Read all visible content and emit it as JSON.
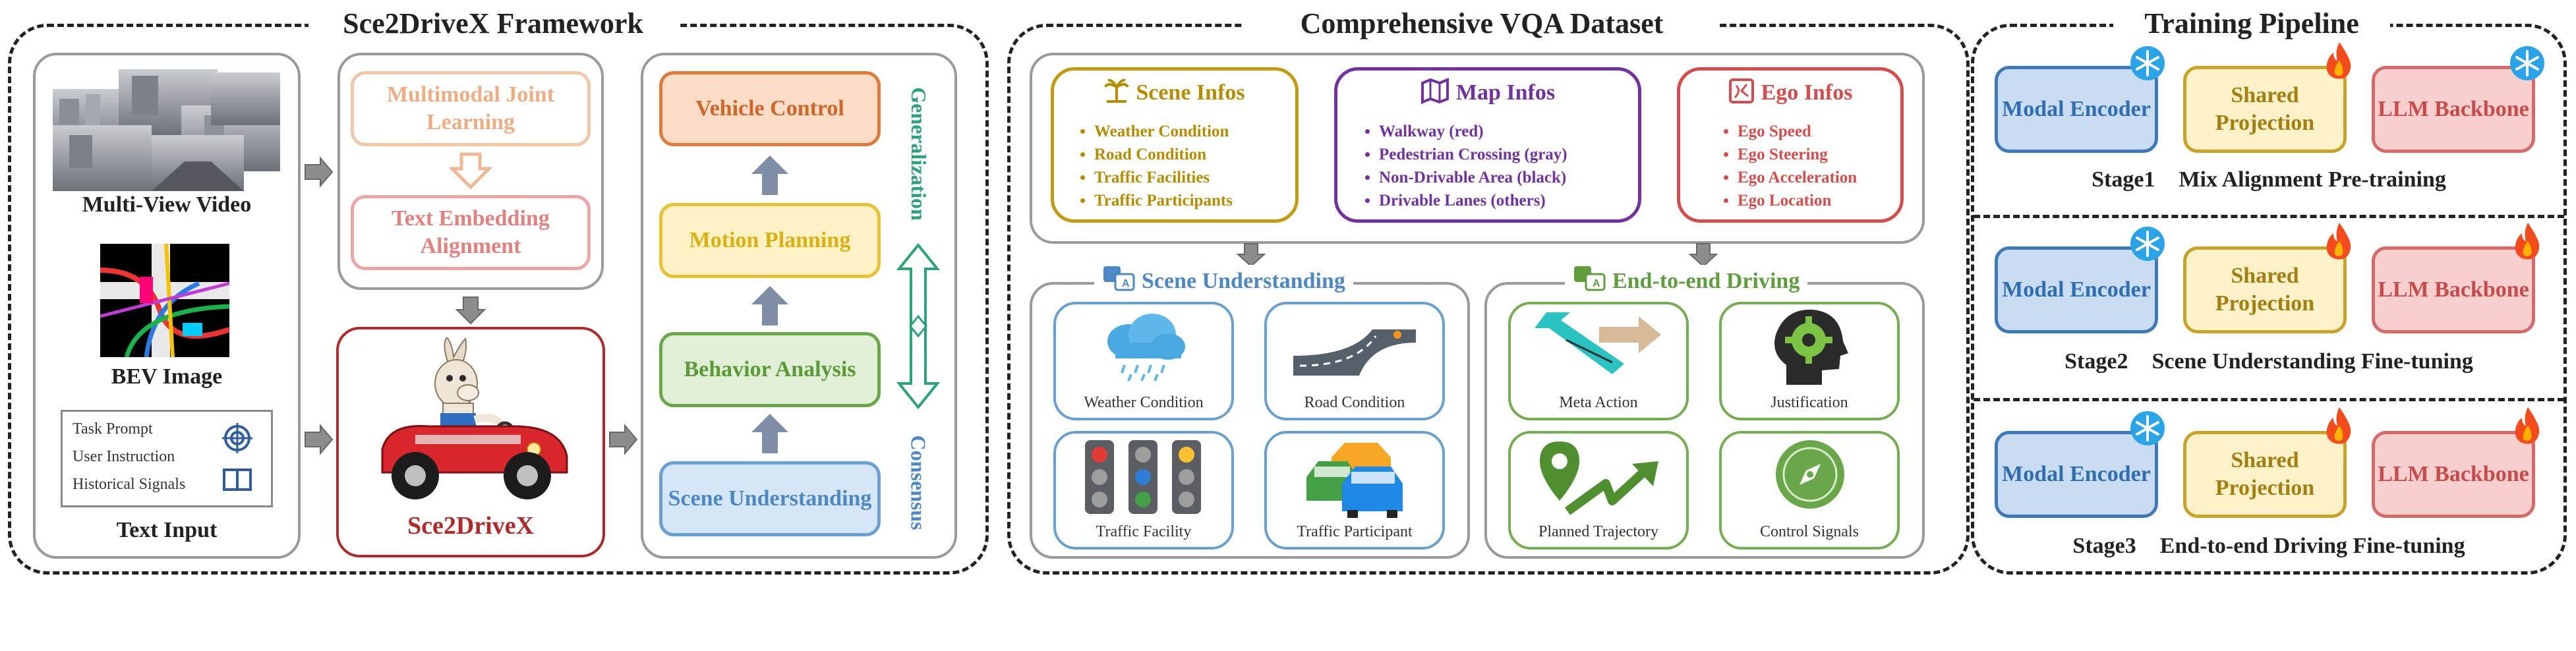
{
  "framework": {
    "title": "Sce2DriveX Framework",
    "inputs": {
      "video_label": "Multi-View Video",
      "bev_label": "BEV Image",
      "text_input_label": "Text Input",
      "text_items": [
        "Task Prompt",
        "User Instruction",
        "Historical Signals"
      ]
    },
    "alignment": {
      "step1": "Multimodal Joint Learning",
      "step2": "Text Embedding Alignment"
    },
    "model_label": "Sce2DriveX",
    "chain": [
      "Vehicle Control",
      "Motion Planning",
      "Behavior Analysis",
      "Scene Understanding"
    ],
    "side_top": "Generalization",
    "side_bottom": "Consensus"
  },
  "vqa": {
    "title": "Comprehensive VQA Dataset",
    "scene_infos": {
      "title": "Scene Infos",
      "items": [
        "Weather Condition",
        "Road Condition",
        "Traffic Facilities",
        "Traffic Participants"
      ]
    },
    "map_infos": {
      "title": "Map Infos",
      "items": [
        "Walkway (red)",
        "Pedestrian Crossing (gray)",
        "Non-Drivable Area (black)",
        "Drivable Lanes (others)"
      ]
    },
    "ego_infos": {
      "title": "Ego Infos",
      "items": [
        "Ego Speed",
        "Ego Steering",
        "Ego Acceleration",
        "Ego Location"
      ]
    },
    "scene_understanding": {
      "title": "Scene Understanding",
      "cards": [
        "Weather Condition",
        "Road Condition",
        "Traffic Facility",
        "Traffic Participant"
      ]
    },
    "e2e": {
      "title": "End-to-end Driving",
      "cards": [
        "Meta Action",
        "Justification",
        "Planned Trajectory",
        "Control Signals"
      ]
    }
  },
  "training": {
    "title": "Training Pipeline",
    "modules": [
      "Modal Encoder",
      "Shared Projection",
      "LLM Backbone"
    ],
    "stages": [
      {
        "label": "Stage1",
        "desc": "Mix Alignment Pre-training",
        "states": [
          "frozen",
          "trainable",
          "frozen"
        ]
      },
      {
        "label": "Stage2",
        "desc": "Scene Understanding Fine-tuning",
        "states": [
          "frozen",
          "trainable",
          "trainable"
        ]
      },
      {
        "label": "Stage3",
        "desc": "End-to-end Driving Fine-tuning",
        "states": [
          "frozen",
          "trainable",
          "trainable"
        ]
      }
    ]
  },
  "colors": {
    "orange": "#e47b3c",
    "yellow": "#e5b800",
    "green": "#5e9e3d",
    "blue": "#4d88c4",
    "teal": "#2aa37a",
    "purple": "#7330a1",
    "red": "#d64c4c",
    "gold": "#b88c00"
  }
}
